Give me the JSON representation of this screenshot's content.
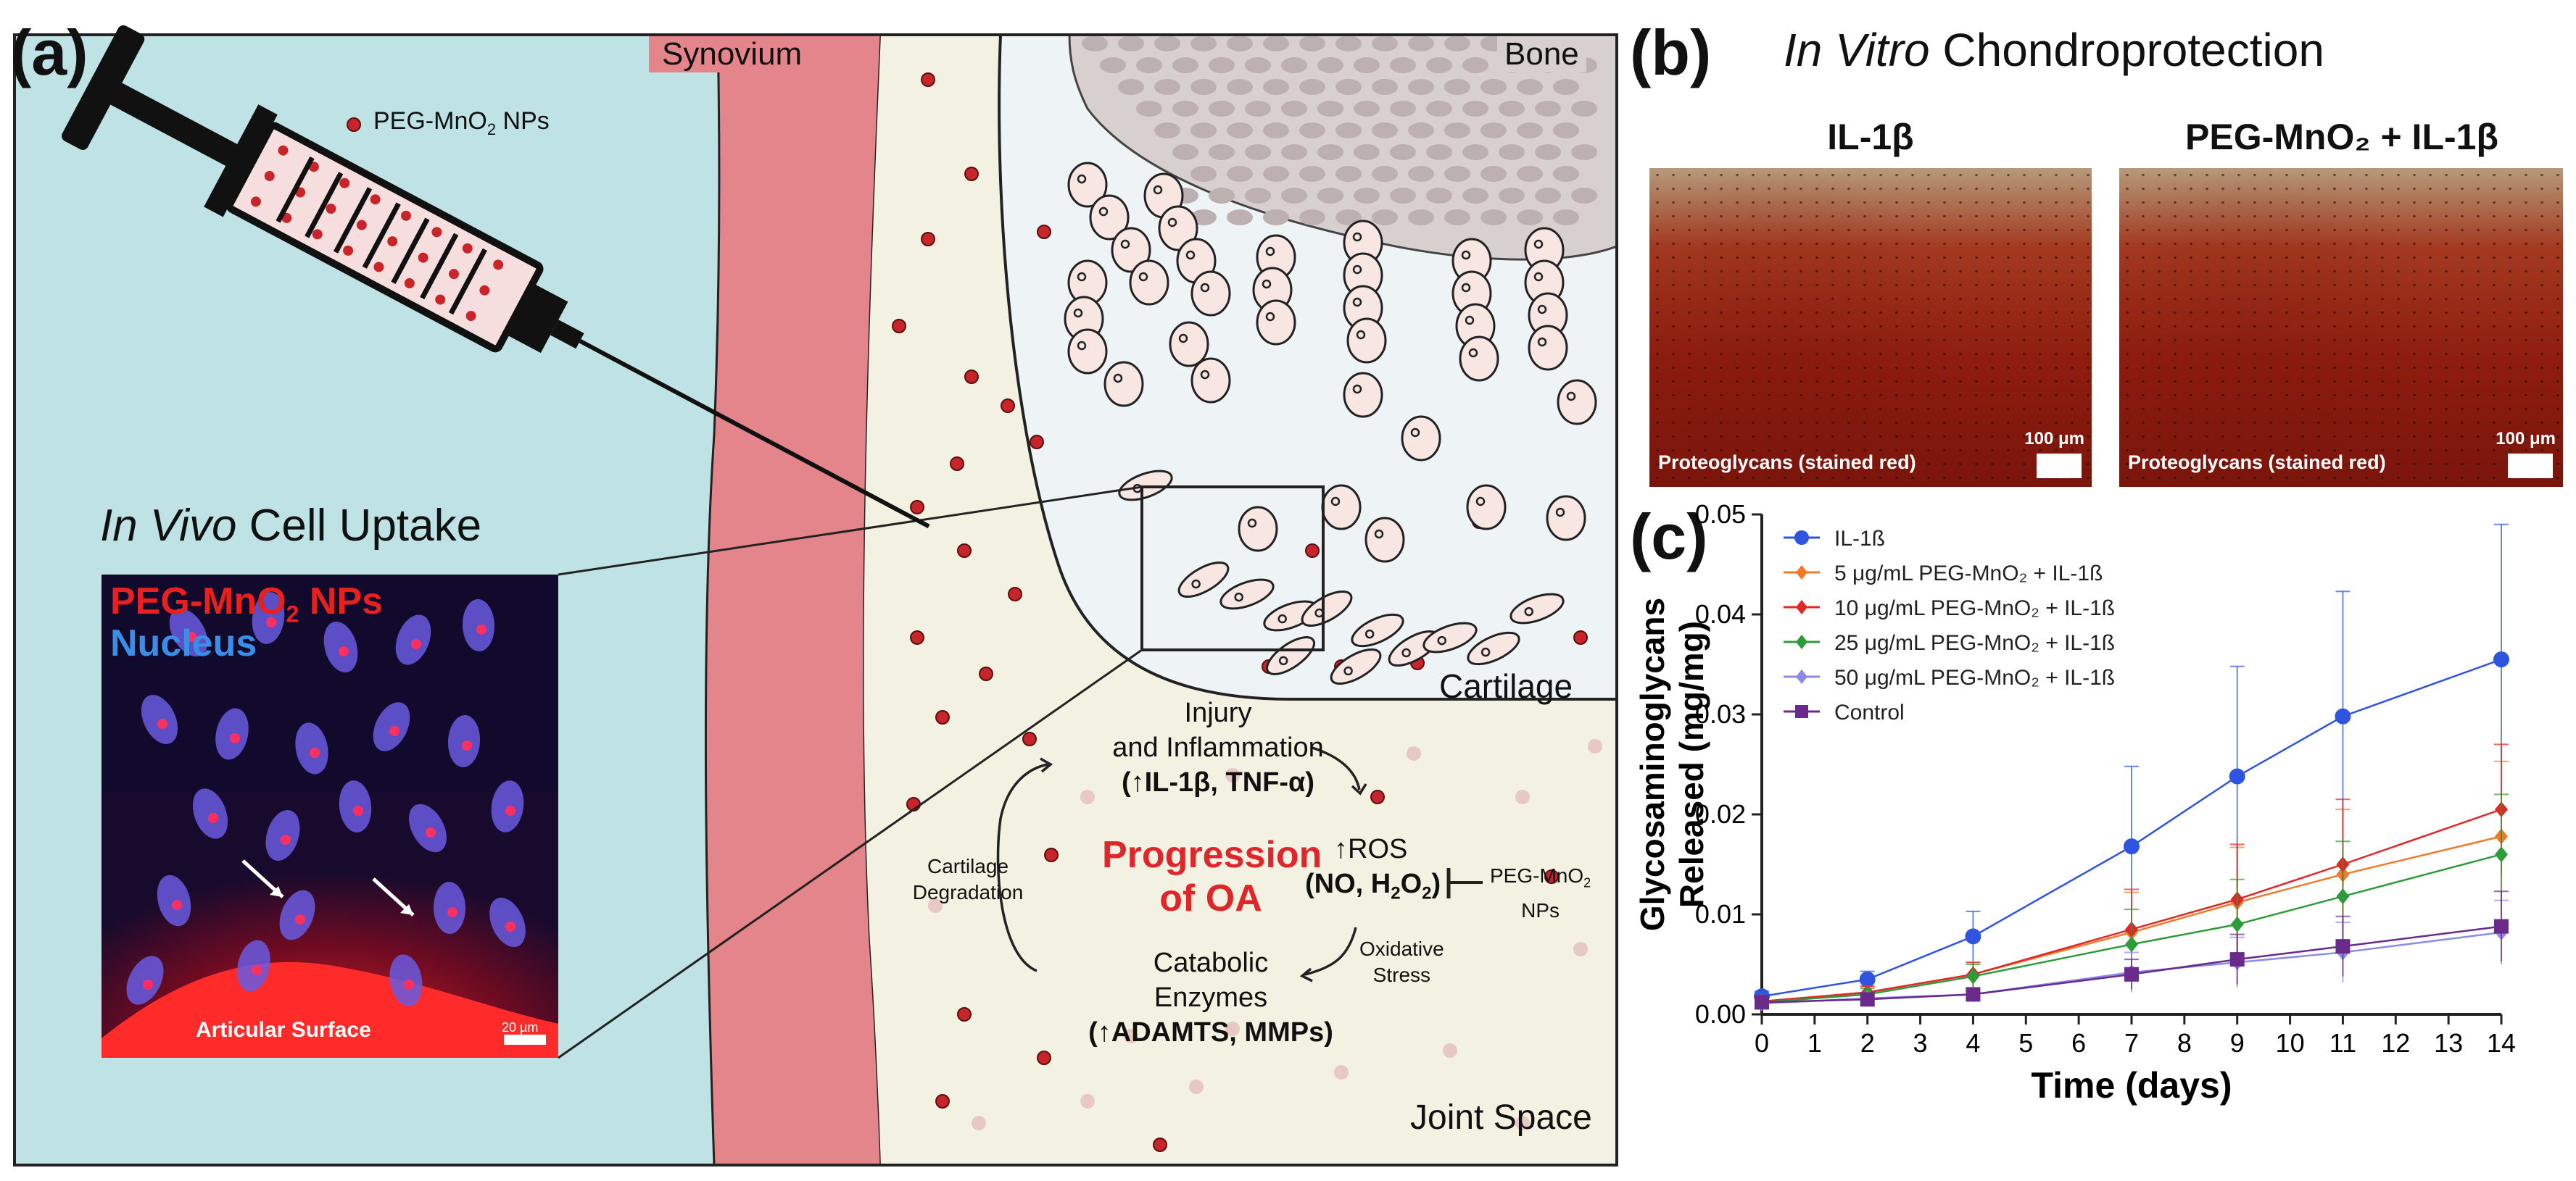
{
  "panel_a": {
    "letter": "(a)",
    "synovium": "Synovium",
    "bone": "Bone",
    "cartilage": "Cartilage",
    "joint_space": "Joint Space",
    "np_label_main": "PEG-MnO",
    "np_label_sub": "2",
    "np_label_suffix": " NPs",
    "invivo_italic": "In Vivo",
    "invivo_rest": " Cell Uptake",
    "micro_nps_main": "PEG-MnO",
    "micro_nps_sub": "2",
    "micro_nps_suffix": " NPs",
    "micro_nucleus": "Nucleus",
    "micro_surface": "Articular Surface",
    "micro_scale": "20 µm",
    "cycle": {
      "injury1": "Injury",
      "injury2": "and Inflammation",
      "injury3": "(↑IL-1β, TNF-α)",
      "center1": "Progression",
      "center2": "of OA",
      "ros1": "↑ROS",
      "ros2a": "(NO, H",
      "ros2b": "2",
      "ros2c": "O",
      "ros2d": "2",
      "ros2e": ")",
      "np1": "PEG-MnO",
      "np1sub": "2",
      "np2": "NPs",
      "oxidative1": "Oxidative",
      "oxidative2": "Stress",
      "catabolic1": "Catabolic",
      "catabolic2": "Enzymes",
      "catabolic3": "(↑ADAMTS, MMPs)",
      "degradation1": "Cartilage",
      "degradation2": "Degradation"
    }
  },
  "panel_b": {
    "letter": "(b)",
    "title_italic": "In Vitro",
    "title_rest": " Chondroprotection",
    "left_title": "IL-1β",
    "right_title": "PEG-MnO₂ + IL-1β",
    "caption": "Proteoglycans (stained red)",
    "scale": "100 μm"
  },
  "panel_c": {
    "letter": "(c)"
  },
  "chart_data": {
    "type": "line",
    "xlabel": "Time (days)",
    "ylabel_line1": "Glycosaminoglycans",
    "ylabel_line2": "Released (mg/mg)",
    "xlim": [
      0,
      14
    ],
    "ylim": [
      0,
      0.05
    ],
    "xticks": [
      0,
      1,
      2,
      3,
      4,
      5,
      6,
      7,
      8,
      9,
      10,
      11,
      12,
      13,
      14
    ],
    "yticks": [
      0.0,
      0.01,
      0.02,
      0.03,
      0.04,
      0.05
    ],
    "ytick_labels": [
      "0.00",
      "0.01",
      "0.02",
      "0.03",
      "0.04",
      "0.05"
    ],
    "x": [
      0,
      2,
      4,
      7,
      9,
      11,
      14
    ],
    "series": [
      {
        "name": "IL-1ß",
        "color": "#2f55e0",
        "marker": "circle",
        "values": [
          0.0018,
          0.0035,
          0.0078,
          0.0168,
          0.0238,
          0.0298,
          0.0355
        ],
        "errors": [
          0.0005,
          0.0008,
          0.0025,
          0.008,
          0.011,
          0.0125,
          0.0135
        ]
      },
      {
        "name": "5 μg/mL PEG-MnO₂ + IL-1ß",
        "color": "#ef7a2a",
        "marker": "diamond",
        "values": [
          0.0013,
          0.0022,
          0.004,
          0.0082,
          0.0112,
          0.014,
          0.0178
        ],
        "errors": [
          0.0004,
          0.0006,
          0.0012,
          0.004,
          0.0055,
          0.0065,
          0.0075
        ]
      },
      {
        "name": "10 μg/mL PEG-MnO₂ + IL-1ß",
        "color": "#e02828",
        "marker": "diamond",
        "values": [
          0.0013,
          0.0022,
          0.004,
          0.0085,
          0.0115,
          0.015,
          0.0205
        ],
        "errors": [
          0.0004,
          0.0006,
          0.0012,
          0.004,
          0.0055,
          0.0065,
          0.0065
        ]
      },
      {
        "name": "25 μg/mL PEG-MnO₂ + IL-1ß",
        "color": "#2e9a3a",
        "marker": "diamond",
        "values": [
          0.0012,
          0.002,
          0.0038,
          0.007,
          0.009,
          0.0118,
          0.016
        ],
        "errors": [
          0.0004,
          0.0006,
          0.0012,
          0.0035,
          0.0045,
          0.0055,
          0.006
        ]
      },
      {
        "name": "50 μg/mL PEG-MnO₂ + IL-1ß",
        "color": "#8a8ae8",
        "marker": "diamond",
        "values": [
          0.0011,
          0.0016,
          0.002,
          0.0042,
          0.0052,
          0.0062,
          0.0082
        ],
        "errors": [
          0.0003,
          0.0004,
          0.0006,
          0.002,
          0.0025,
          0.003,
          0.0032
        ]
      },
      {
        "name": "Control",
        "color": "#6a2a8a",
        "marker": "square",
        "values": [
          0.0012,
          0.0015,
          0.002,
          0.004,
          0.0055,
          0.0068,
          0.0088
        ],
        "errors": [
          0.0003,
          0.0004,
          0.0006,
          0.0015,
          0.0025,
          0.003,
          0.0035
        ]
      }
    ],
    "legend": "top-left"
  }
}
